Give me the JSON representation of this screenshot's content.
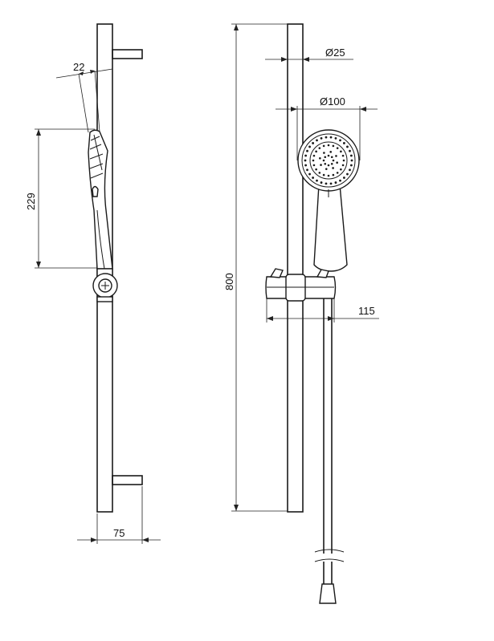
{
  "dimensions": {
    "hand_angle": "22",
    "hand_length": "229",
    "wall_offset": "75",
    "rail_diameter": "Ø25",
    "head_diameter": "Ø100",
    "rail_length": "800",
    "holder_width": "115"
  }
}
